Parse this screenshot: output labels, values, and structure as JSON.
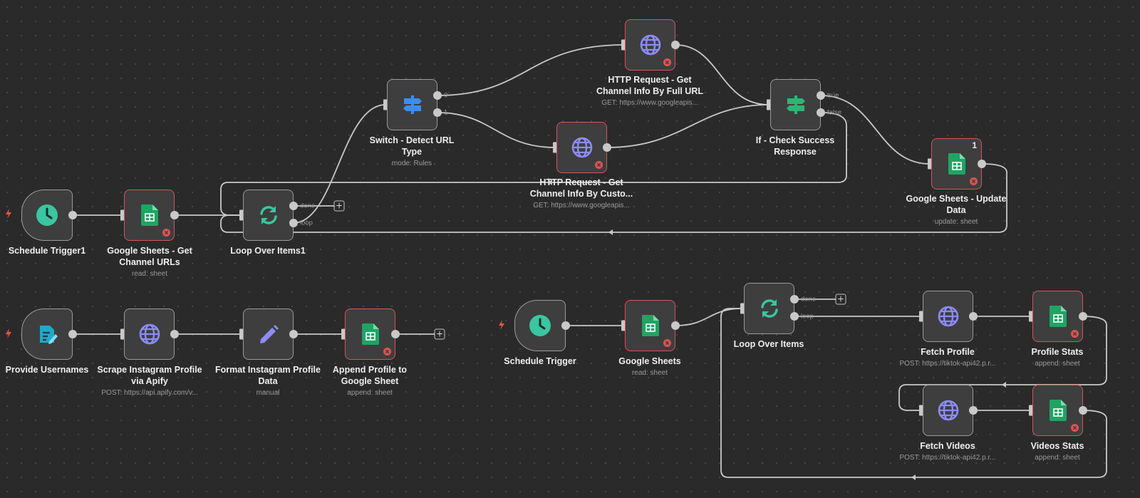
{
  "nodes": {
    "schedule_trigger1": {
      "label": "Schedule Trigger1",
      "icon": "clock-icon"
    },
    "gs_get_channel_urls": {
      "label": "Google Sheets - Get Channel URLs",
      "sub": "read: sheet",
      "icon": "google-sheets-icon"
    },
    "loop_over_items1": {
      "label": "Loop Over Items1",
      "icon": "loop-icon",
      "out_done": "done",
      "out_loop": "loop"
    },
    "switch_detect_url": {
      "label": "Switch - Detect URL Type",
      "sub": "mode: Rules",
      "icon": "switch-icon",
      "out_0": "0",
      "out_1": "1"
    },
    "http_full_url": {
      "label": "HTTP Request - Get Channel Info By Full URL",
      "sub": "GET: https://www.googleapis...",
      "icon": "globe-icon"
    },
    "http_custom": {
      "label": "HTTP Request - Get Channel Info By Custo...",
      "sub": "GET: https://www.googleapis...",
      "icon": "globe-icon"
    },
    "if_check_success": {
      "label": "If - Check Success Response",
      "icon": "if-icon",
      "out_true": "true",
      "out_false": "false"
    },
    "gs_update_data": {
      "label": "Google Sheets - Update Data",
      "sub": "update: sheet",
      "icon": "google-sheets-icon",
      "run_count": "1"
    },
    "provide_usernames": {
      "label": "Provide Usernames",
      "icon": "form-icon"
    },
    "scrape_instagram": {
      "label": "Scrape Instagram Profile via Apify",
      "sub": "POST: https://api.apify.com/v...",
      "icon": "globe-icon"
    },
    "format_instagram": {
      "label": "Format Instagram Profile Data",
      "sub": "manual",
      "icon": "pencil-icon"
    },
    "append_profile": {
      "label": "Append Profile to Google Sheet",
      "sub": "append: sheet",
      "icon": "google-sheets-icon"
    },
    "schedule_trigger": {
      "label": "Schedule Trigger",
      "icon": "clock-icon"
    },
    "google_sheets": {
      "label": "Google Sheets",
      "sub": "read: sheet",
      "icon": "google-sheets-icon"
    },
    "loop_over_items": {
      "label": "Loop Over Items",
      "icon": "loop-icon",
      "out_done": "done",
      "out_loop": "loop"
    },
    "fetch_profile": {
      "label": "Fetch Profile",
      "sub": "POST: https://tiktok-api42.p.r...",
      "icon": "globe-icon"
    },
    "profile_stats": {
      "label": "Profile Stats",
      "sub": "append: sheet",
      "icon": "google-sheets-icon"
    },
    "fetch_videos": {
      "label": "Fetch Videos",
      "sub": "POST: https://tiktok-api42.p.r...",
      "icon": "globe-icon"
    },
    "videos_stats": {
      "label": "Videos Stats",
      "sub": "append: sheet",
      "icon": "google-sheets-icon"
    }
  },
  "add_node_symbol": "+",
  "colors": {
    "canvas": "#2a2a2a",
    "node_fill": "#3e3e3e",
    "node_border": "#9b9b9b",
    "error_border": "#d35757",
    "edge": "#c9c9c9",
    "sheets_green": "#1fa463",
    "globe_purple": "#8b8cf8",
    "switch_blue": "#3b8df1",
    "if_green": "#2bb673",
    "clock_teal": "#39c6a0",
    "trigger_bolt": "#e8573f"
  }
}
